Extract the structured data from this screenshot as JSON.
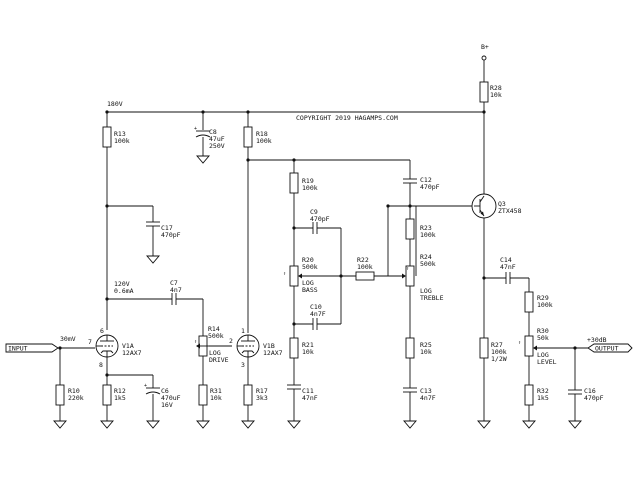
{
  "schematic": {
    "copyright": "COPYRIGHT 2019 HAGAMPS.COM",
    "supply": {
      "bplus": "B+",
      "rail": "180V",
      "bias_node": "120V",
      "bias_current": "0.6mA",
      "input_level": "30mV",
      "output_level": "+30dB"
    },
    "ports": {
      "input": "INPUT",
      "output": "OUTPUT"
    },
    "tubes": {
      "v1a": {
        "ref": "V1A",
        "type": "12AX7",
        "pins": [
          "6",
          "7",
          "8"
        ]
      },
      "v1b": {
        "ref": "V1B",
        "type": "12AX7",
        "pins": [
          "1",
          "2",
          "3"
        ]
      },
      "q3": {
        "ref": "Q3",
        "type": "ZTX458"
      }
    },
    "resistors": {
      "r28": {
        "ref": "R28",
        "value": "10k"
      },
      "r13": {
        "ref": "R13",
        "value": "100k"
      },
      "r18": {
        "ref": "R18",
        "value": "100k"
      },
      "r19": {
        "ref": "R19",
        "value": "100k"
      },
      "r23": {
        "ref": "R23",
        "value": "100k"
      },
      "r22": {
        "ref": "R22",
        "value": "100k"
      },
      "r29": {
        "ref": "R29",
        "value": "100k"
      },
      "r21": {
        "ref": "R21",
        "value": "10k"
      },
      "r25": {
        "ref": "R25",
        "value": "10k"
      },
      "r27": {
        "ref": "R27",
        "value": "100k",
        "rating": "1/2W"
      },
      "r10": {
        "ref": "R10",
        "value": "220k"
      },
      "r12": {
        "ref": "R12",
        "value": "1k5"
      },
      "r31": {
        "ref": "R31",
        "value": "10k"
      },
      "r17": {
        "ref": "R17",
        "value": "3k3"
      },
      "r32": {
        "ref": "R32",
        "value": "1k5"
      }
    },
    "pots": {
      "r14": {
        "ref": "R14",
        "value": "500k",
        "taper": "LOG",
        "name": "DRIVE"
      },
      "r20": {
        "ref": "R20",
        "value": "500k",
        "taper": "LOG",
        "name": "BASS"
      },
      "r24": {
        "ref": "R24",
        "value": "500k",
        "taper": "LOG",
        "name": "TREBLE"
      },
      "r30": {
        "ref": "R30",
        "value": "50k",
        "taper": "LOG",
        "name": "LEVEL"
      }
    },
    "capacitors": {
      "c8": {
        "ref": "C8",
        "value": "47uF",
        "rating": "250V"
      },
      "c17": {
        "ref": "C17",
        "value": "470pF"
      },
      "c7": {
        "ref": "C7",
        "value": "4n7"
      },
      "c12": {
        "ref": "C12",
        "value": "470pF"
      },
      "c9": {
        "ref": "C9",
        "value": "470pF"
      },
      "c10": {
        "ref": "C10",
        "value": "4n7F"
      },
      "c14": {
        "ref": "C14",
        "value": "47nF"
      },
      "c6": {
        "ref": "C6",
        "value": "470uF",
        "rating": "16V"
      },
      "c11": {
        "ref": "C11",
        "value": "47nF"
      },
      "c13": {
        "ref": "C13",
        "value": "4n7F"
      },
      "c16": {
        "ref": "C16",
        "value": "470pF"
      }
    }
  }
}
